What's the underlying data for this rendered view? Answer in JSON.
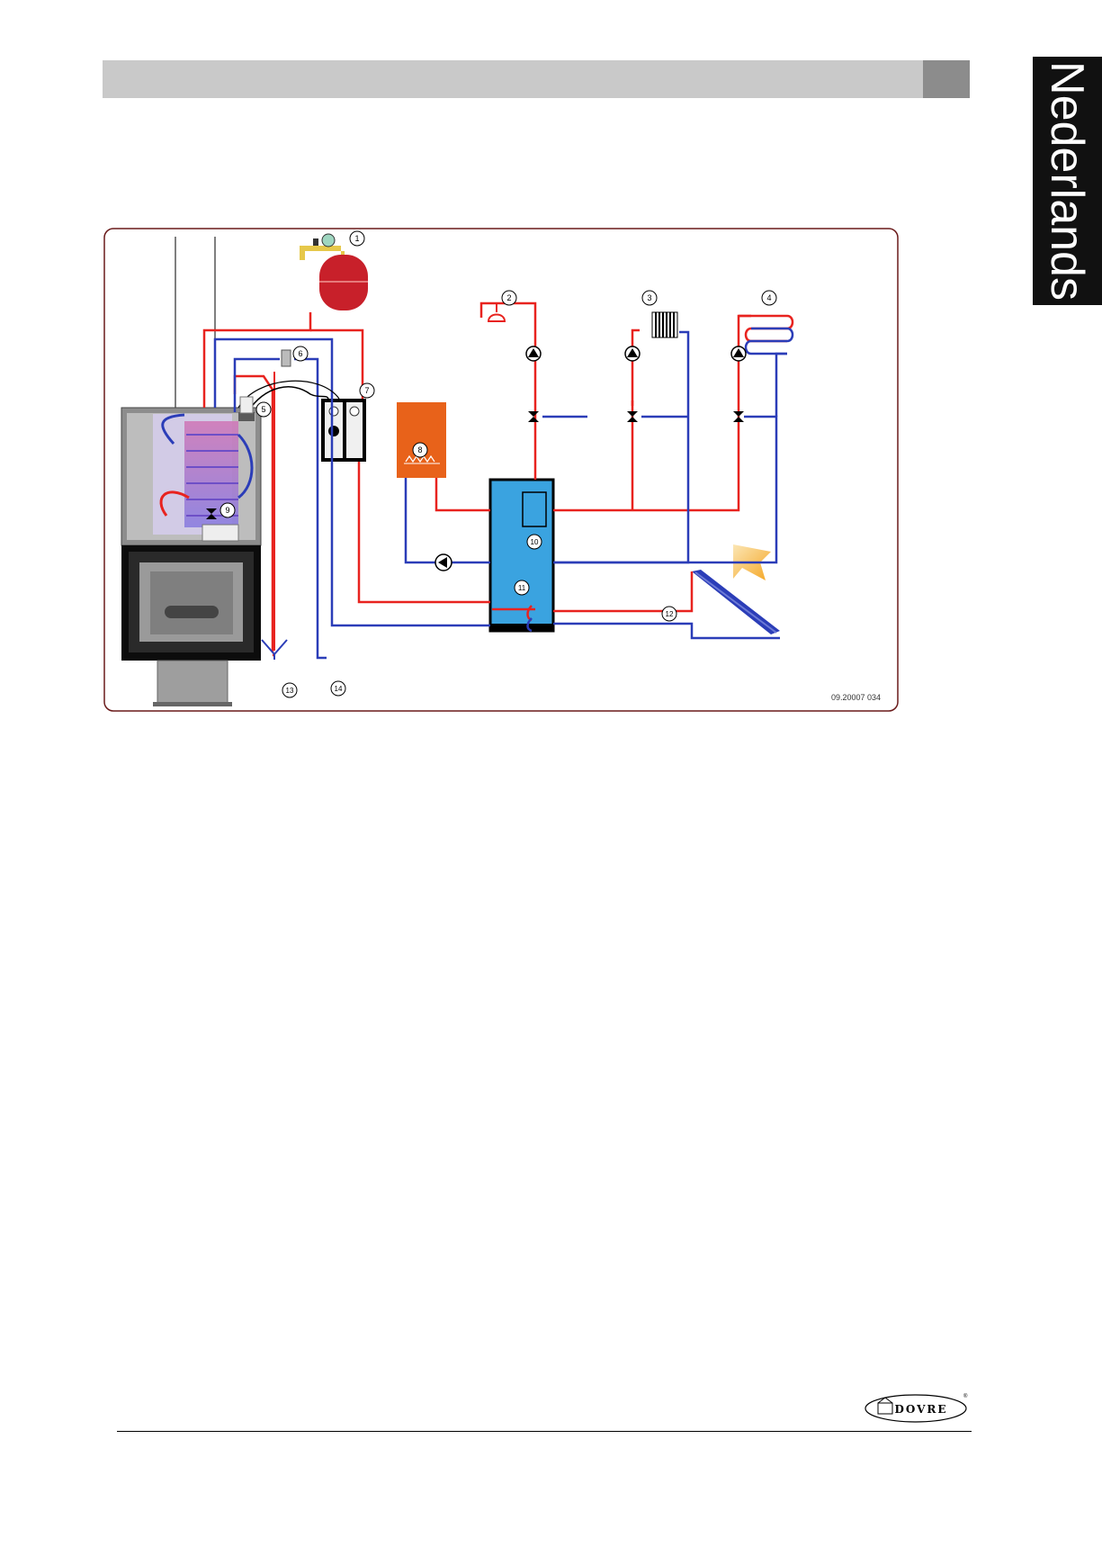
{
  "page": {
    "language_tab": "Nederlands"
  },
  "diagram": {
    "reference_code": "09.20007 034",
    "callouts": [
      "1",
      "2",
      "3",
      "4",
      "5",
      "6",
      "7",
      "8",
      "9",
      "10",
      "11",
      "12",
      "13",
      "14"
    ]
  },
  "colors": {
    "header_bar": "#c9c9c9",
    "header_square": "#8c8c8c",
    "language_tab": "#111111",
    "hot_pipe": "#e8231f",
    "cold_pipe": "#2b3db8",
    "buffer_tank": "#3aa3e0",
    "boiler": "#e8621a",
    "expansion_vessel": "#c8202a",
    "solar_arrow": "#f5a623"
  },
  "logo": {
    "text": "DOVRE",
    "registered": "®"
  }
}
